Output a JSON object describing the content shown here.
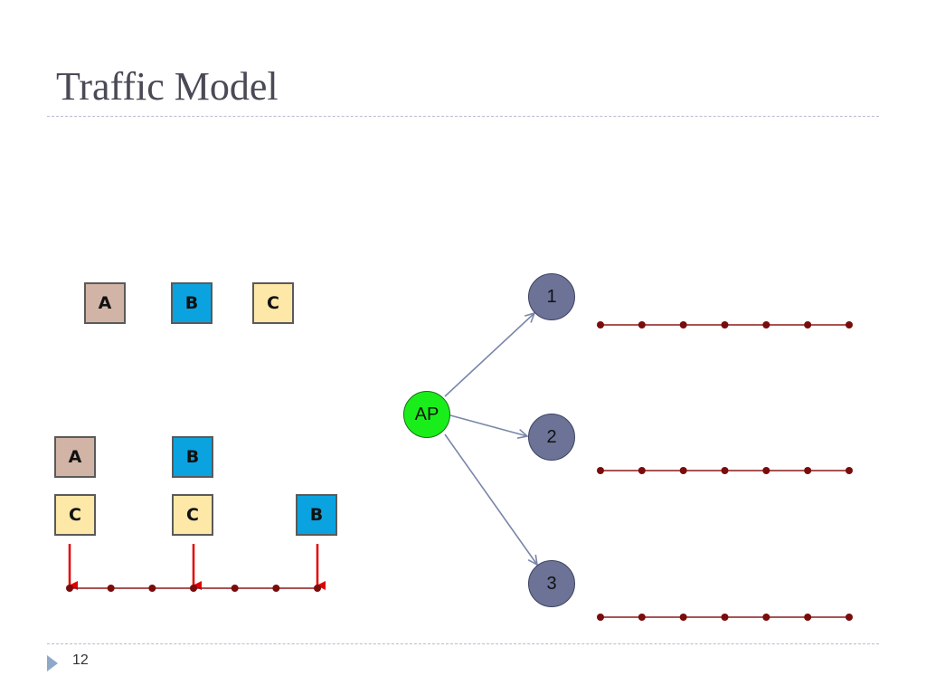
{
  "slide": {
    "title": "Traffic Model",
    "page_number": "12"
  },
  "queue_top": [
    {
      "label": "A",
      "kind": "a"
    },
    {
      "label": "B",
      "kind": "b"
    },
    {
      "label": "C",
      "kind": "c"
    }
  ],
  "schedule_boxes": {
    "row1": [
      {
        "label": "A",
        "kind": "a"
      },
      {
        "label": "B",
        "kind": "b"
      }
    ],
    "row2": [
      {
        "label": "C",
        "kind": "c"
      },
      {
        "label": "C",
        "kind": "c"
      },
      {
        "label": "B",
        "kind": "b"
      }
    ]
  },
  "network": {
    "ap_label": "AP",
    "clients": [
      {
        "label": "1"
      },
      {
        "label": "2"
      },
      {
        "label": "3"
      }
    ]
  },
  "colors": {
    "box_a": "#d2b4a6",
    "box_b": "#0aa3e0",
    "box_c": "#fde8a8",
    "ap_fill": "#1aee1a",
    "client_fill": "#6c7397",
    "arrow": "#7a86a8",
    "timeline": "#8b1a1a",
    "timeline_dot": "#7a0c0c",
    "packet_arrow": "#e00000"
  }
}
